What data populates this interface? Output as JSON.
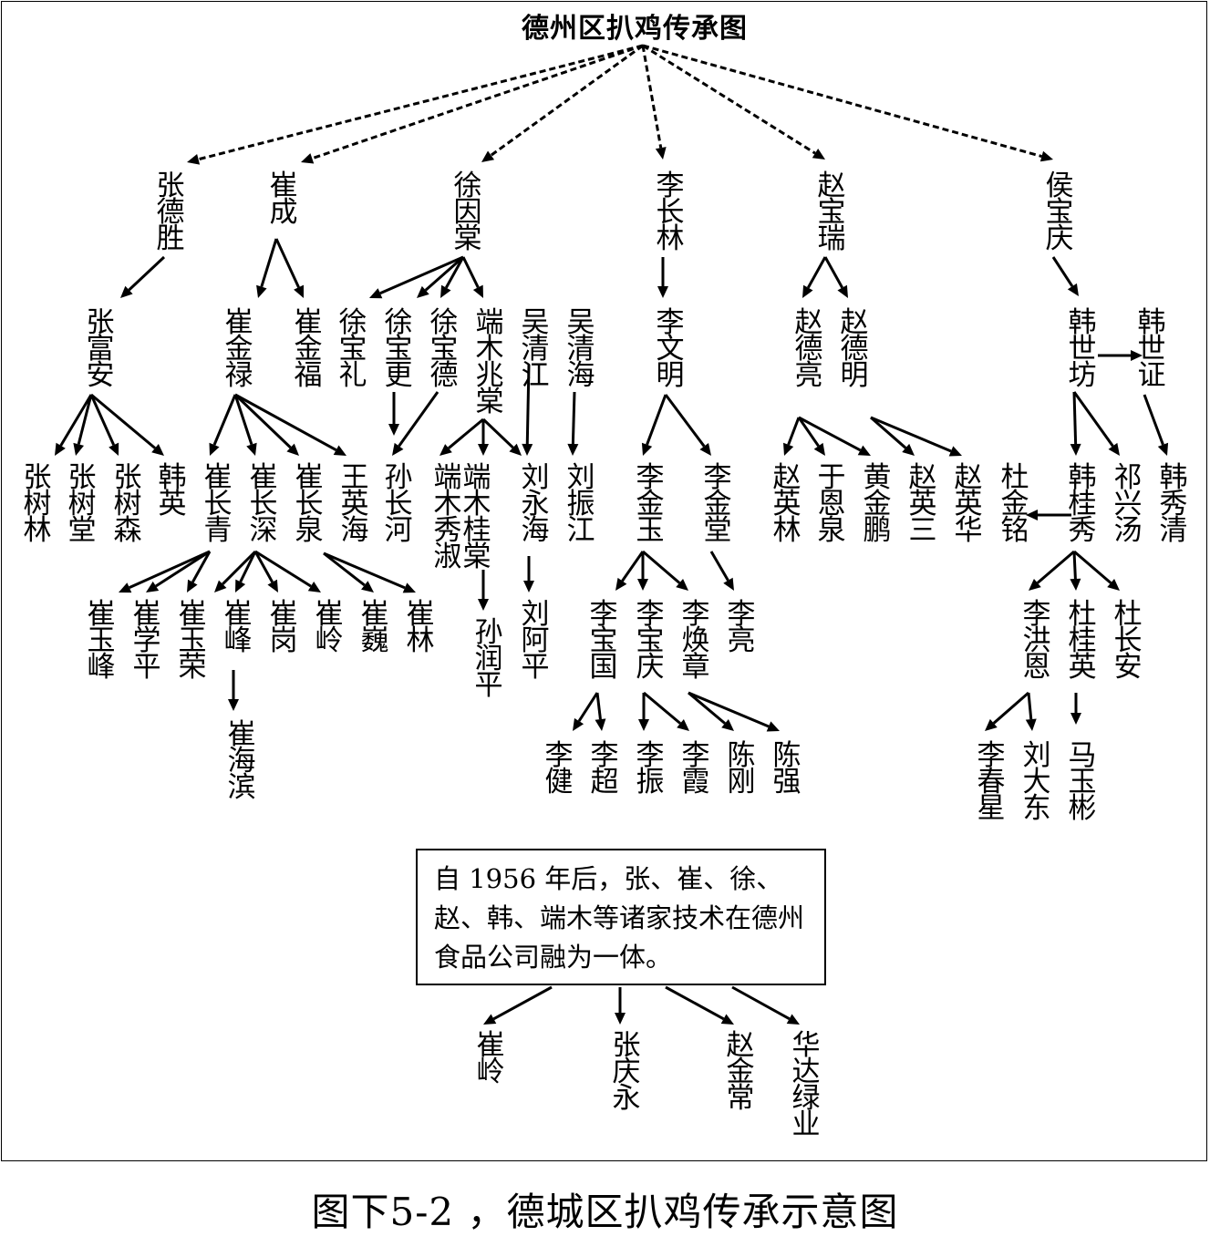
{
  "title": "德州区扒鸡传承图",
  "caption": "图下5-2 ，德城区扒鸡传承示意图",
  "note": "自 1956 年后，张、崔、徐、赵、韩、端木等诸家技术在德州食品公司融为一体。",
  "nodes": {
    "zhang_desheng": "张德胜",
    "cui_cheng": "崔成",
    "xu_yinchang": "徐因棠",
    "li_changlin": "李长林",
    "zhao_baorui": "赵宝瑞",
    "hou_baoqing": "侯宝庆",
    "zhang_fuan": "张富安",
    "cui_jinlu": "崔金禄",
    "cui_jinfu": "崔金福",
    "xu_baoli": "徐宝礼",
    "xu_baogeng": "徐宝更",
    "xu_baode": "徐宝德",
    "duanmu_zhaotang": "端木兆棠",
    "wu_qingjiang": "吴清江",
    "wu_qinghai": "吴清海",
    "li_wenming": "李文明",
    "zhao_deliang": "赵德亮",
    "zhao_deming": "赵德明",
    "han_shifang": "韩世坊",
    "han_shizheng": "韩世证",
    "zhang_shulin": "张树林",
    "zhang_shutang": "张树堂",
    "zhang_shusen": "张树森",
    "han_ying": "韩英",
    "cui_changqing": "崔长青",
    "cui_changshen": "崔长深",
    "cui_changquan": "崔长泉",
    "wang_yinghai": "王英海",
    "sun_changhe": "孙长河",
    "duanmu_a": "端木秀淑",
    "duanmu_b": "端木桂棠",
    "liu_yonghai": "刘永海",
    "liu_zhenjiang": "刘振江",
    "li_jinyu": "李金玉",
    "li_jintang": "李金堂",
    "zhao_yinglin": "赵英林",
    "yu_enquan": "于恩泉",
    "huang_jinpeng": "黄金鹏",
    "zhao_yingsan": "赵英三",
    "zhao_yinghua": "赵英华",
    "du_jinming": "杜金铭",
    "han_guixiu": "韩桂秀",
    "qi_xingtang": "祁兴汤",
    "han_xiuqing": "韩秀清",
    "cui_yufeng": "崔玉峰",
    "cui_xueping": "崔学平",
    "cui_yurong": "崔玉荣",
    "cui_feng": "崔峰",
    "cui_gang": "崔岗",
    "cui_ling": "崔岭",
    "cui_wei": "崔巍",
    "cui_lin": "崔林",
    "sun_runping": "孙润平",
    "liu_aping": "刘阿平",
    "li_baoguo": "李宝国",
    "li_baoqing": "李宝庆",
    "li_huanzhang": "李焕章",
    "li_liang": "李亮",
    "li_hongen": "李洪恩",
    "du_guiying": "杜桂英",
    "du_changan": "杜长安",
    "cui_hai_bin": "崔海滨",
    "li_jian": "李健",
    "li_chao": "李超",
    "li_zhen": "李振",
    "li_xia": "李霞",
    "chen_gang": "陈刚",
    "chen_qiang": "陈强",
    "li_chunxing": "李春星",
    "liu_dadong": "刘大东",
    "ma_yubin": "马玉彬",
    "cui_ling2": "崔岭",
    "zhang_qingyong": "张庆永",
    "zhao_jinchang": "赵金常",
    "huada_lvye": "华达绿业"
  },
  "icons": {
    "arrow": "arrow-icon"
  }
}
